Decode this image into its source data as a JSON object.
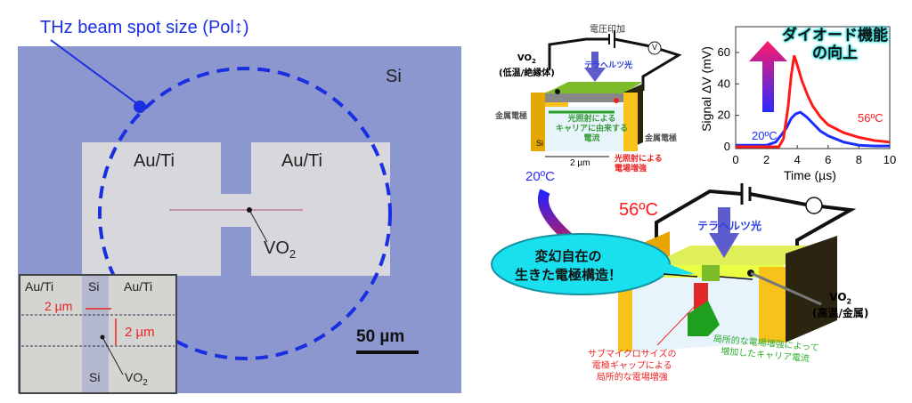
{
  "micrograph": {
    "title": "THz beam spot size (Pol↕)",
    "substrate_label": "Si",
    "electrode_left": "Au/Ti",
    "electrode_right": "Au/Ti",
    "vo2_label": "VO",
    "vo2_sub": "2",
    "scale_bar": "50 µm",
    "inset": {
      "left": "Au/Ti",
      "top_si": "Si",
      "right": "Au/Ti",
      "gap_width": "2 µm",
      "gap_height": "2 µm",
      "bottom_si": "Si",
      "vo2": "VO",
      "vo2_sub": "2"
    },
    "colors": {
      "substrate": "#8c97cf",
      "electrode": "#d9d9dc",
      "beam_circle": "#1a2fe0"
    }
  },
  "diagram_low": {
    "voltage": "電圧印加",
    "voltmeter": "V",
    "vo2": "VO",
    "vo2_sub": "2",
    "vo2_state": "(低温/絶縁体)",
    "thz": "テラヘルツ光",
    "electrode_left": "金属電極",
    "electrode_right": "金属電極",
    "carrier": "光照射による\nキャリアに由来する\n電流",
    "si": "Si",
    "width": "2 µm",
    "field": "光照射による\n電場増強",
    "temp": "20ºC"
  },
  "diagram_high": {
    "temp": "56ºC",
    "thz": "テラヘルツ光",
    "voltmeter": "V",
    "bubble": "変幻自在の\n生きた電極構造！",
    "vo2": "VO",
    "vo2_sub": "2",
    "vo2_state": "(高温/金属)",
    "gap_note": "サブマイクロサイズの\n電極ギャップによる\n局所的な電場増強",
    "current_note": "局所的な電場増強によって\n増加したキャリア電流"
  },
  "chart_data": {
    "type": "line",
    "xlabel": "Time (µs)",
    "ylabel": "Signal ΔV (mV)",
    "xlim": [
      0,
      10
    ],
    "ylim": [
      -2,
      76
    ],
    "xticks": [
      0,
      2,
      4,
      6,
      8,
      10
    ],
    "yticks": [
      0,
      20,
      40,
      60
    ],
    "annotation": "ダイオード機能\nの向上",
    "series": [
      {
        "name": "20ºC",
        "color": "#1a2fff",
        "x": [
          0,
          1,
          2,
          2.6,
          3,
          3.3,
          3.6,
          3.9,
          4.2,
          4.6,
          5,
          5.5,
          6,
          7,
          8,
          9,
          10
        ],
        "y": [
          1,
          1,
          1,
          3,
          8,
          12,
          18,
          21,
          22,
          19,
          15,
          10,
          7,
          3,
          1,
          0.5,
          0.5
        ]
      },
      {
        "name": "56ºC",
        "color": "#ff1a1a",
        "x": [
          0,
          1,
          2,
          2.8,
          3.1,
          3.4,
          3.6,
          3.8,
          4,
          4.3,
          4.7,
          5,
          5.5,
          6,
          7,
          8,
          9,
          10
        ],
        "y": [
          0,
          0,
          0,
          0,
          5,
          25,
          45,
          58,
          52,
          42,
          32,
          26,
          19,
          14,
          9,
          6,
          4,
          3
        ]
      }
    ]
  }
}
